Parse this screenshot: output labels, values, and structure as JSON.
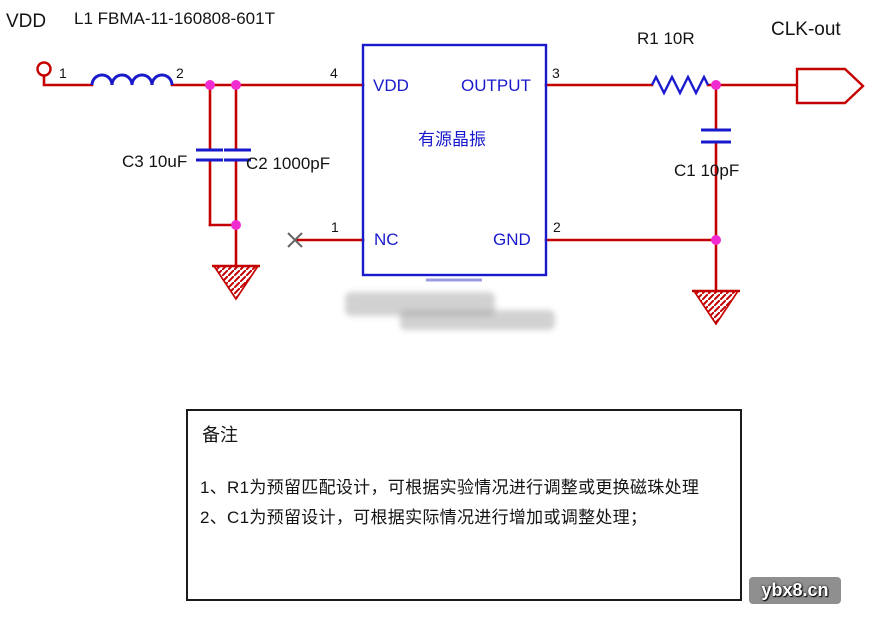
{
  "colors": {
    "wire": "#c40000",
    "component": "#1a1acd",
    "junction": "#f02bd0",
    "text": "#141414"
  },
  "schematic": {
    "vdd_label": "VDD",
    "inductor_label": "L1 FBMA-11-160808-601T",
    "c3_label": "C3 10uF",
    "c2_label": "C2 1000pF",
    "r1_label": "R1  10R",
    "c1_label": "C1  10pF",
    "clk_label": "CLK-out",
    "ic": {
      "vdd": "VDD",
      "output": "OUTPUT",
      "nc": "NC",
      "gnd": "GND",
      "name": "有源晶振"
    },
    "pins": {
      "in": "1",
      "after_l": "2",
      "ic_vdd": "4",
      "ic_out": "3",
      "ic_nc": "1",
      "ic_gnd": "2"
    }
  },
  "notes": {
    "title": "备注",
    "items": [
      "1、R1为预留匹配设计，可根据实验情况进行调整或更换磁珠处理",
      "2、C1为预留设计，可根据实际情况进行增加或调整处理；"
    ]
  },
  "watermark": "ybx8.cn"
}
